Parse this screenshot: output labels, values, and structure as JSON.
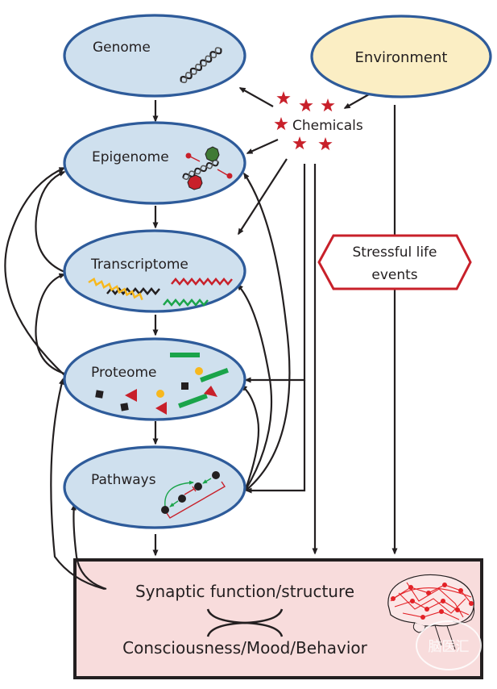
{
  "nodes": {
    "genome": "Genome",
    "epigenome": "Epigenome",
    "transcriptome": "Transcriptome",
    "proteome": "Proteome",
    "pathways": "Pathways",
    "environment": "Environment"
  },
  "chemicals": {
    "label": "Chemicals",
    "icon": "star-icon"
  },
  "stress": {
    "line1": "Stressful life",
    "line2": "events"
  },
  "outcome": {
    "line1": "Synaptic function/structure",
    "line2": "Consciousness/Mood/Behavior",
    "icon": "brain-icon"
  },
  "watermark": "脑医汇",
  "colors": {
    "omics_fill": "#cfe0ee",
    "omics_stroke": "#2e5b9a",
    "environment_fill": "#fbeec4",
    "outcome_fill": "#f8dcdc",
    "star_red": "#c8202a",
    "stress_border": "#c8202a",
    "green": "#1aa44a",
    "yellow": "#f7b81e"
  }
}
